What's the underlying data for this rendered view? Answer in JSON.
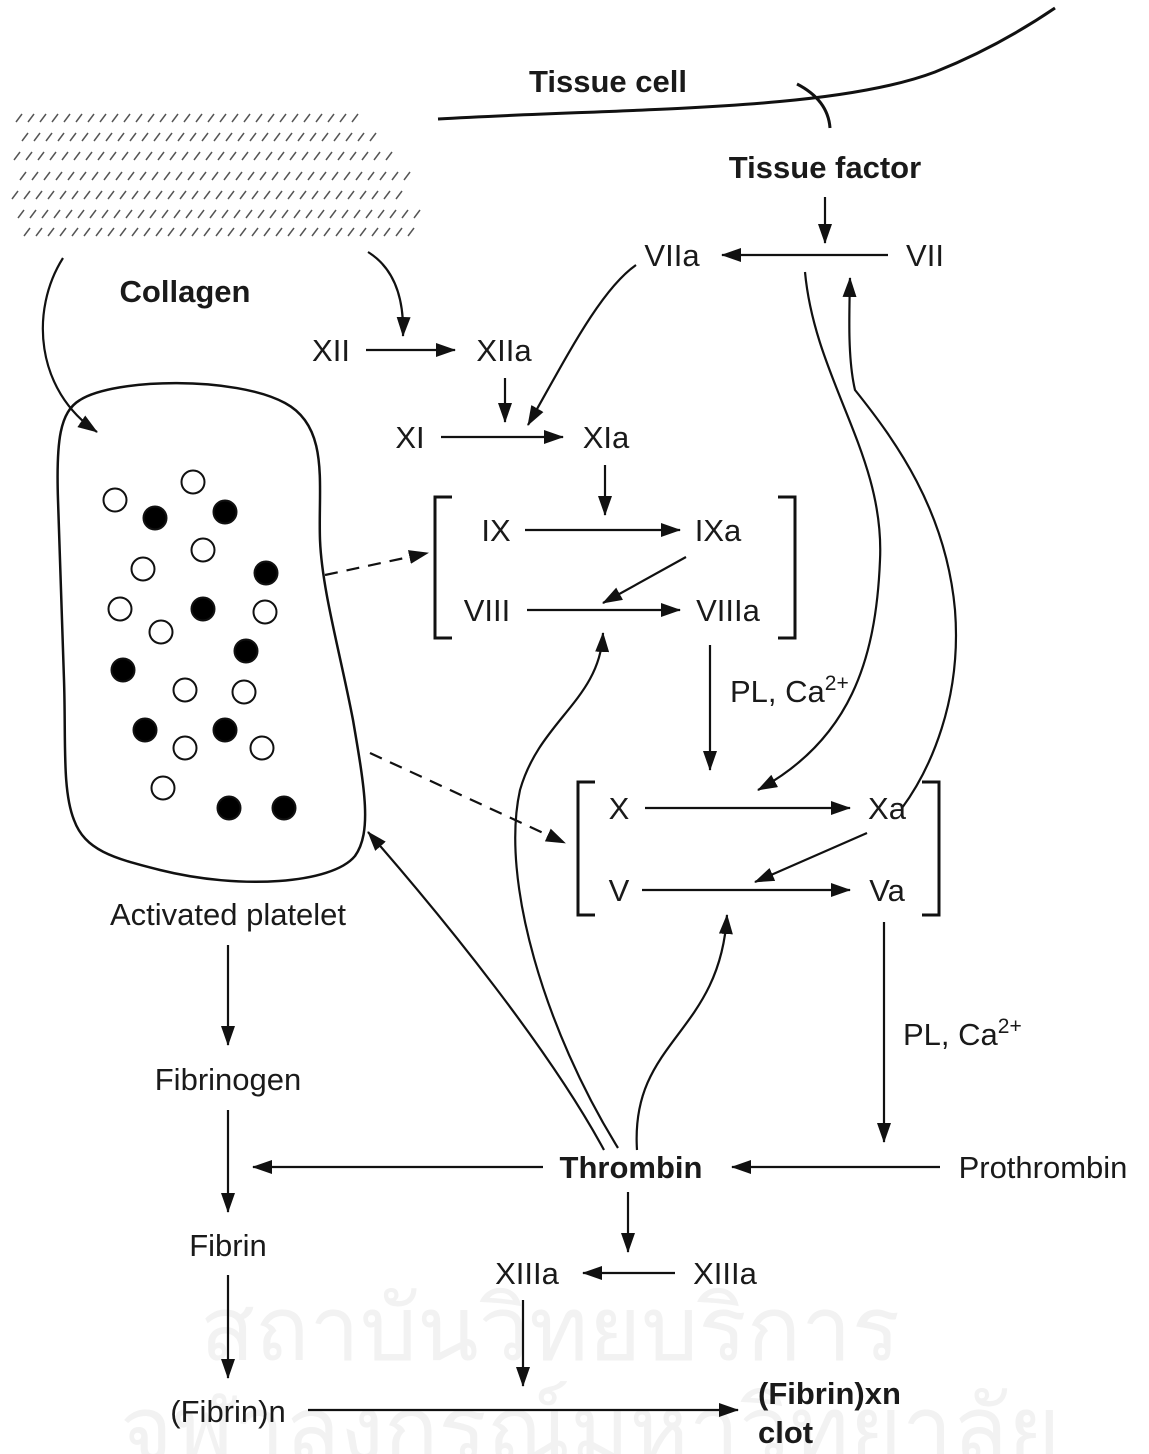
{
  "labels": {
    "tissue_cell": "Tissue cell",
    "tissue_factor": "Tissue factor",
    "collagen": "Collagen",
    "viia": "VIIa",
    "vii": "VII",
    "xii": "XII",
    "xiia": "XIIa",
    "xi": "XI",
    "xia": "XIa",
    "ix": "IX",
    "ixa": "IXa",
    "viii": "VIII",
    "viiia": "VIIIa",
    "pl_ca_1_main": "PL, Ca",
    "pl_ca_1_sup": "2+",
    "x": "X",
    "xa": "Xa",
    "v": "V",
    "va": "Va",
    "pl_ca_2_main": "PL, Ca",
    "pl_ca_2_sup": "2+",
    "activated_platelet": "Activated platelet",
    "fibrinogen": "Fibrinogen",
    "fibrin": "Fibrin",
    "fibrin_n": "(Fibrin)n",
    "thrombin": "Thrombin",
    "prothrombin": "Prothrombin",
    "xiiia_left": "XIIIa",
    "xiiia_right": "XIIIa",
    "clot_line1": "(Fibrin)xn",
    "clot_line2": "clot"
  },
  "watermark": {
    "line1": "สถาบันวิทยบริการ",
    "line2": "จุฬาลงกรณ์มหาวิทยาลัย"
  }
}
